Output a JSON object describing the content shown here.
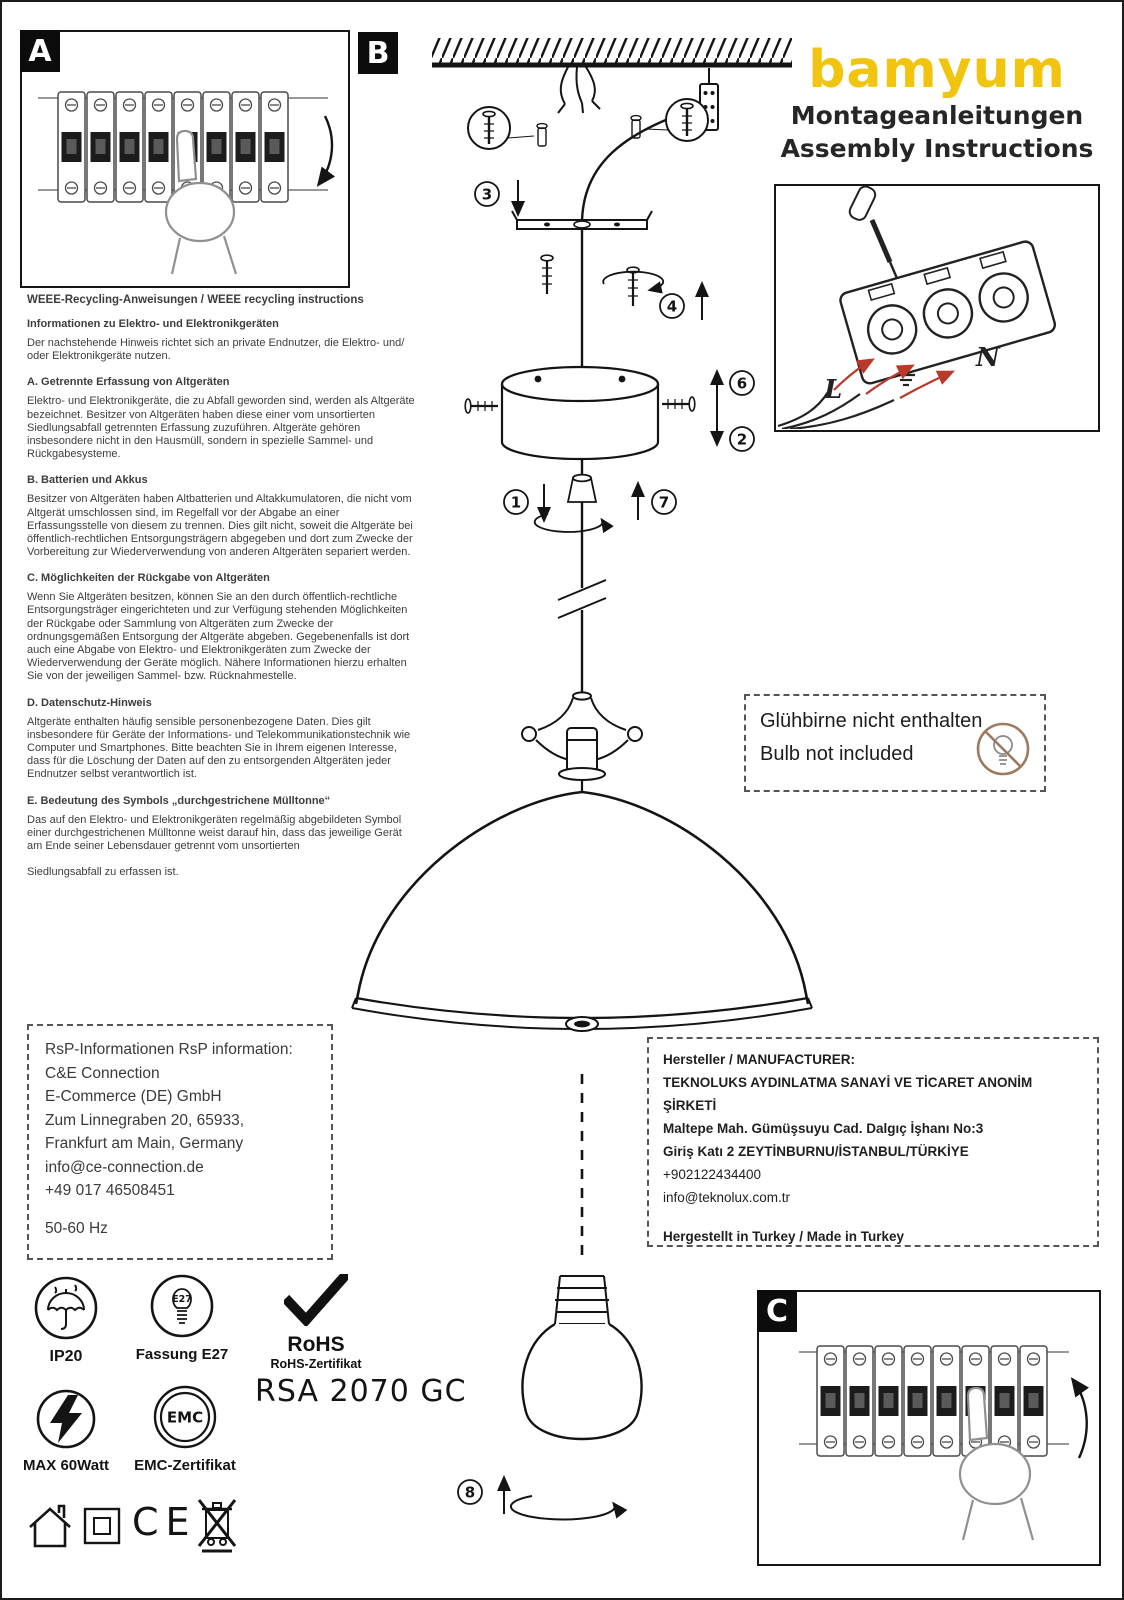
{
  "brand": {
    "name": "bamyum",
    "color": "#f1c40f",
    "subtitle_de": "Montageanleitungen",
    "subtitle_en": "Assembly Instructions"
  },
  "section_tiles": {
    "a": "A",
    "b": "B",
    "c": "C"
  },
  "steps": {
    "s1": "1",
    "s2": "2",
    "s3": "3",
    "s4": "4",
    "s6": "6",
    "s7": "7",
    "s8": "8"
  },
  "wiring": {
    "label_l": "L",
    "label_n": "N"
  },
  "weee": {
    "heading": "WEEE-Recycling-Anweisungen / WEEE recycling instructions",
    "blocks": [
      {
        "title": "Informationen zu Elektro- und Elektronikgeräten",
        "body": "Der nachstehende Hinweis richtet sich an private Endnutzer, die Elektro- und/ oder Elektronikgeräte nutzen."
      },
      {
        "title": "A. Getrennte Erfassung von Altgeräten",
        "body": "Elektro- und Elektronikgeräte, die zu Abfall geworden sind, werden als Altgeräte bezeichnet. Besitzer von Altgeräten haben diese einer vom unsortierten Siedlungsabfall getrennten Erfassung zuzuführen. Altgeräte gehören insbesondere nicht in den Hausmüll, sondern in spezielle Sammel- und Rückgabesysteme."
      },
      {
        "title": "B. Batterien und Akkus",
        "body": "Besitzer von Altgeräten haben Altbatterien und Altakkumulatoren, die nicht vom Altgerät umschlossen sind, im Regelfall vor der Abgabe an einer Erfassungsstelle von diesem zu trennen. Dies gilt nicht, soweit die Altgeräte bei öffentlich-rechtlichen Entsorgungsträgern abgegeben und dort zum Zwecke der Vorbereitung zur Wiederverwendung von anderen Altgeräten separiert werden."
      },
      {
        "title": "C. Möglichkeiten der Rückgabe von Altgeräten",
        "body": "Wenn Sie Altgeräten besitzen, können Sie an den durch öffentlich-rechtliche Entsorgungsträger eingerichteten und zur Verfügung stehenden Möglichkeiten der Rückgabe oder Sammlung von Altgeräten zum Zwecke der ordnungsgemäßen Entsorgung der Altgeräte abgeben. Gegebenenfalls ist dort auch eine Abgabe von Elektro- und Elektronikgeräten zum Zwecke der Wiederverwendung der Geräte möglich. Nähere Informationen hierzu erhalten Sie von der jeweiligen Sammel- bzw. Rücknahmestelle."
      },
      {
        "title": "D. Datenschutz-Hinweis",
        "body": "Altgeräte enthalten häufig sensible personenbezogene Daten. Dies gilt insbesondere für Geräte der Informations- und Telekommunikationstechnik wie Computer und Smartphones. Bitte beachten Sie in Ihrem eigenen Interesse, dass für die Löschung der Daten auf den zu entsorgenden Altgeräten jeder Endnutzer selbst verantwortlich ist."
      },
      {
        "title": "E. Bedeutung des Symbols „durchgestrichene Mülltonne“",
        "body": "Das auf den Elektro- und Elektronikgeräten regelmäßig abgebildeten Symbol einer durchgestrichenen Mülltonne weist darauf hin, dass das jeweilige Gerät am Ende seiner Lebensdauer getrennt vom unsortierten"
      },
      {
        "title": "",
        "body": "Siedlungsabfall zu erfassen ist."
      }
    ]
  },
  "bulb_note": {
    "de": "Glühbirne nicht enthalten",
    "en": "Bulb not included"
  },
  "rsp": {
    "title": "RsP-Informationen RsP information:",
    "lines": [
      "C&E Connection",
      "E-Commerce (DE) GmbH",
      "Zum Linnegraben 20, 65933,",
      "Frankfurt am Main, Germany",
      "info@ce-connection.de",
      "+49 017 46508451"
    ],
    "frequency": "50-60 Hz"
  },
  "manufacturer": {
    "title": "Hersteller / MANUFACTURER:",
    "lines": [
      "TEKNOLUKS AYDINLATMA SANAYİ VE TİCARET ANONİM ŞİRKETİ",
      "Maltepe Mah. Gümüşsuyu Cad. Dalgıç İşhanı No:3",
      "Giriş Katı 2 ZEYTİNBURNU/İSTANBUL/TÜRKİYE",
      "+902122434400",
      "info@teknolux.com.tr"
    ],
    "footer": "Hergestellt in Turkey / Made in Turkey"
  },
  "badges": {
    "ip": "IP20",
    "socket_code": "E27",
    "socket_label": "Fassung E27",
    "rohs_name": "RoHS",
    "rohs_cert": "RoHS-Zertifikat",
    "max_watt": "MAX 60Watt",
    "emc_name": "EMC",
    "emc_cert": "EMC-Zertifikat",
    "ce": "CE"
  },
  "model": "RSA 2070 GC"
}
